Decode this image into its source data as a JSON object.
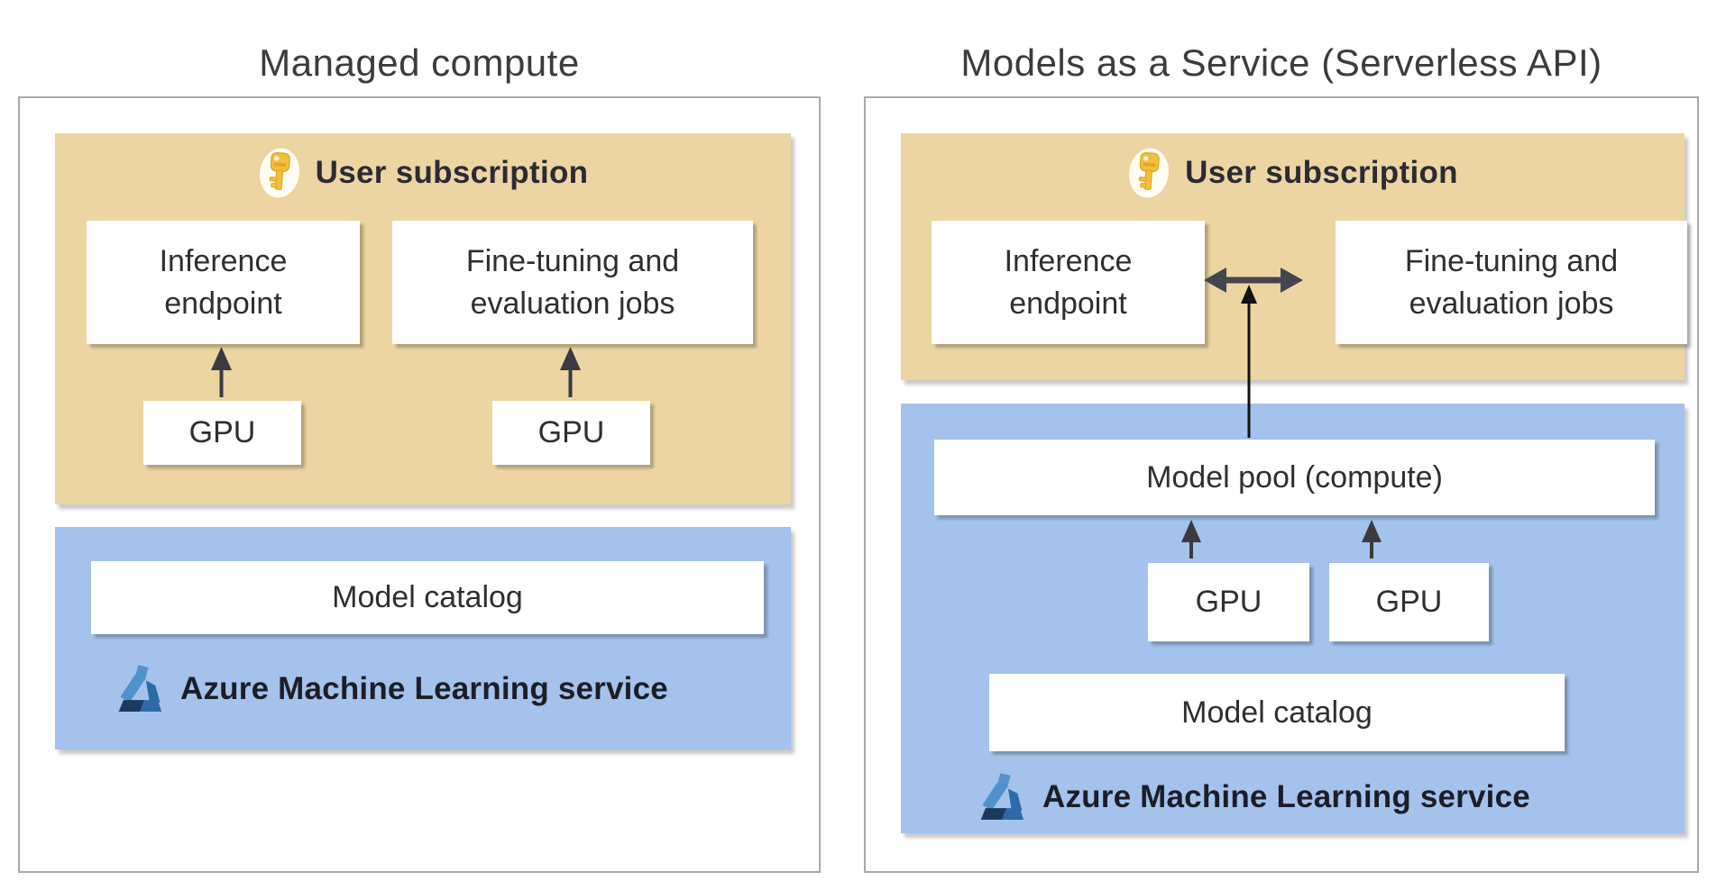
{
  "panels": {
    "left": {
      "title": "Managed compute",
      "subscription_label": "User subscription",
      "boxes": {
        "inference": "Inference endpoint",
        "finetuning": "Fine-tuning and evaluation jobs",
        "gpu1": "GPU",
        "gpu2": "GPU",
        "model_catalog": "Model catalog"
      },
      "service_label": "Azure Machine Learning service"
    },
    "right": {
      "title": "Models as a Service (Serverless API)",
      "subscription_label": "User subscription",
      "boxes": {
        "inference": "Inference endpoint",
        "finetuning": "Fine-tuning and evaluation jobs",
        "model_pool": "Model pool (compute)",
        "gpu1": "GPU",
        "gpu2": "GPU",
        "model_catalog": "Model catalog"
      },
      "service_label": "Azure Machine Learning service"
    }
  },
  "icons": {
    "subscription": "key-icon",
    "service": "azure-ml-icon",
    "connectors": [
      "arrow-up-icon",
      "double-headed-arrow-icon"
    ]
  },
  "colors": {
    "subscription_bg": "#ecd5a2",
    "service_bg": "#a4c2ec",
    "frame_border": "#a9a9a9",
    "title_text": "#3c3c3c",
    "box_text": "#2f2f33",
    "arrow_dark": "#3a3a40",
    "double_arrow": "#45454d",
    "key_gold": "#f2c13a",
    "aml_light_blue": "#4f92cd",
    "aml_mid_blue": "#2d6aa7",
    "aml_dark_blue": "#1b3a5c"
  }
}
